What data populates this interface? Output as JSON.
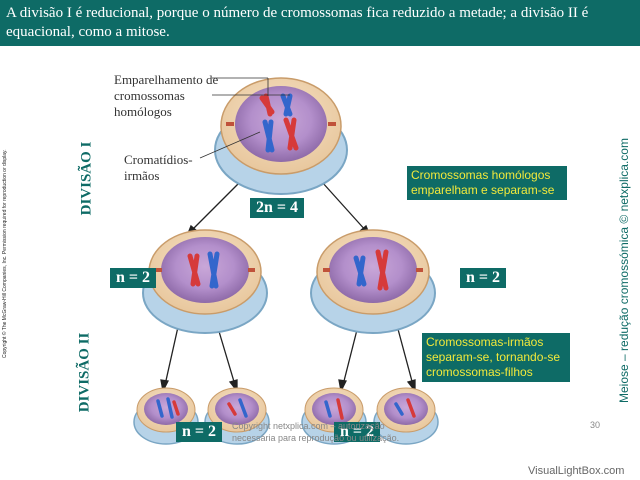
{
  "header": {
    "text": "A divisão I é reducional, porque o número de cromossomas fica reduzido a metade; a divisão II é equacional, como a mitose."
  },
  "side_left_copyright": "Copyright © The McGraw-Hill Companies, Inc. Permission required for reproduction or display.",
  "division_labels": {
    "div1": "DIVISÃO I",
    "div2": "DIVISÃO II"
  },
  "side_right": "Meiose – redução cromossómica © netxplica.com",
  "labels": {
    "emparelhamento": "Emparelhamento de cromossomas homólogos",
    "cromatidios": "Cromatídios-irmãos"
  },
  "badges": {
    "top": "2n = 4",
    "mid_left": "n = 2",
    "mid_right": "n = 2",
    "bottom_left": "n = 2",
    "bottom_right": "n = 2"
  },
  "notes": {
    "homologos": "Cromossomas homólogos emparelham e separam-se",
    "irmaos": "Cromossomas-irmãos separam-se, tornando-se cromossomas-filhos"
  },
  "footer": {
    "copyright": "Copyright netxplica.com – autorização necessária para reprodução ou utilização.",
    "page_number": "30",
    "watermark": "VisualLightBox.com"
  },
  "colors": {
    "accent": "#0e6b66",
    "note_text": "#f2e93b",
    "chrom_red": "#d63a3a",
    "chrom_blue": "#3366cc"
  }
}
